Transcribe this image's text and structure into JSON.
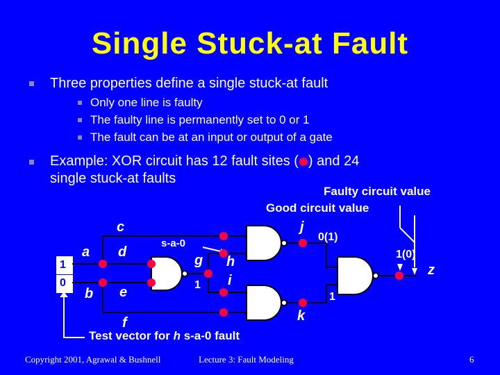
{
  "title": "Single Stuck-at Fault",
  "bullets": {
    "b1": "Three properties define a single stuck-at fault",
    "sub": [
      "Only one line is faulty",
      "The faulty line is permanently set to 0 or 1",
      "The fault can be at an input or output of a gate"
    ],
    "b2_part1": "Example: XOR circuit has 12 fault sites (",
    "b2_part2": ") and 24",
    "b2_line2": "single stuck-at faults"
  },
  "circuit": {
    "faulty_caption": "Faulty circuit value",
    "good_caption": "Good circuit value",
    "labels": {
      "a": "a",
      "b": "b",
      "c": "c",
      "d": "d",
      "e": "e",
      "f": "f",
      "g": "g",
      "h": "h",
      "i": "i",
      "j": "j",
      "k": "k",
      "z": "z"
    },
    "values": {
      "input_a": "1",
      "input_b": "0",
      "g": "1",
      "j": "0(1)",
      "z": "1(0)",
      "k": "1"
    },
    "fault_label": "s-a-0",
    "test_vector_label": "Test vector for",
    "test_vector_line": "h",
    "test_vector_suffix": "s-a-0 fault"
  },
  "footer": {
    "copyright": "Copyright 2001, Agrawal & Bushnell",
    "lecture": "Lecture 3: Fault Modeling",
    "page": "6"
  },
  "colors": {
    "background": "#0000ff",
    "title": "#ffff00",
    "fault_dot": "#ff0040"
  }
}
